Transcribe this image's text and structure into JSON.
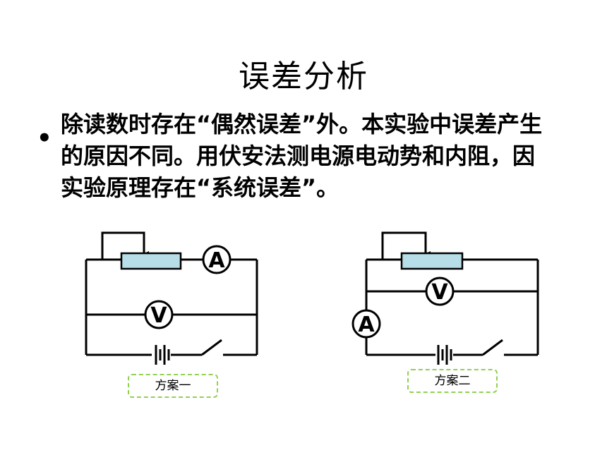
{
  "slide": {
    "title": "误差分析",
    "bullet_text": "除读数时存在“偶然误差”外。本实验中误差产生的原因不同。用伏安法测电源电动势和内阻，因实验原理存在“系统误差”。"
  },
  "meters": {
    "ammeter_symbol": "A",
    "voltmeter_symbol": "V"
  },
  "circuits": [
    {
      "label": "方案一"
    },
    {
      "label": "方案二"
    }
  ],
  "colors": {
    "rheostat_fill": "#b7dde8",
    "label_border": "#92d050"
  }
}
